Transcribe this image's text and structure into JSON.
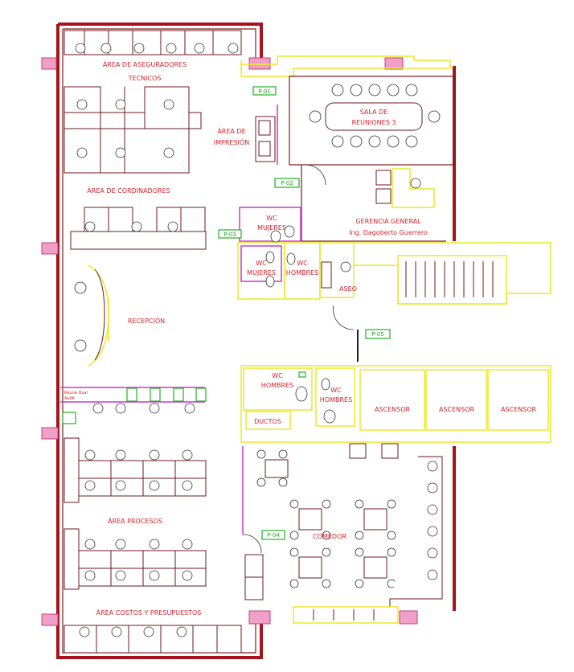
{
  "rooms": {
    "aseguradores_1": "ÁREA DE ASEGURADORES",
    "aseguradores_2": "TECNICOS",
    "impresion_1": "ÁREA DE",
    "impresion_2": "IMPRESIÓN",
    "sala_1": "SALA DE",
    "sala_2": "REUNIONES 3",
    "coordinadores": "ÁREA DE CORDINADORES",
    "gerencia_1": "GERENCIA GENERAL",
    "gerencia_2": "Ing. Dagoberto Guerrero",
    "wc_mujeres_a_1": "WC",
    "wc_mujeres_a_2": "MUJERES",
    "wc_mujeres_b_1": "WC",
    "wc_mujeres_b_2": "MUJERES",
    "wc_hombres_a_1": "WC",
    "wc_hombres_a_2": "HOMBRES",
    "aseo": "ASEO",
    "recepcion": "RECEPCIÓN",
    "wc_hombres_b_1": "WC",
    "wc_hombres_b_2": "HOMBRES",
    "wc_hombres_c_1": "WC",
    "wc_hombres_c_2": "HOMBRES",
    "ductos": "DUCTOS",
    "ascensor_1": "ASCENSOR",
    "ascensor_2": "ASCENSOR",
    "ascensor_3": "ASCENSOR",
    "procesos": "ÁREA PROCESOS",
    "comedor": "COMEDOR",
    "costos": "ÁREA COSTOS Y PRESUPUESTOS",
    "small_note_1": "Reune Qual",
    "small_note_2": "Audit"
  },
  "tags": {
    "p01": "P-01",
    "p02": "P-02",
    "p03": "P-03",
    "p04": "P-04",
    "p05": "P-05"
  },
  "colors": {
    "wall": "#a8121b",
    "text": "#d4232b",
    "yellow": "#ece82a",
    "magenta": "#c838c8",
    "green": "#22b022",
    "column": "#f0a0c8"
  }
}
